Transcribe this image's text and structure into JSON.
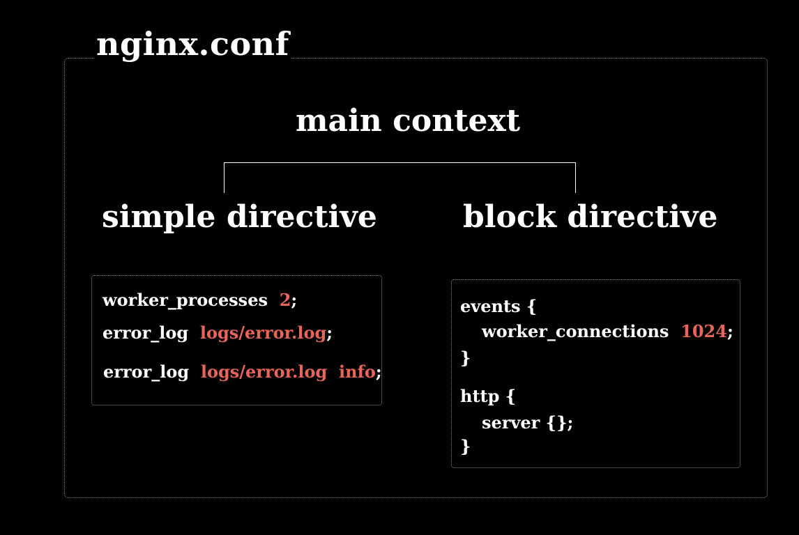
{
  "file_title": "nginx.conf",
  "main_title": "main context",
  "simple": {
    "label": "simple directive",
    "lines": [
      {
        "name": "worker_processes",
        "values": [
          "2"
        ],
        "end": ";"
      },
      {
        "name": "error_log",
        "values": [
          "logs/error.log"
        ],
        "end": ";"
      },
      {
        "name": "error_log",
        "values": [
          "logs/error.log",
          "info"
        ],
        "end": ";"
      }
    ]
  },
  "block": {
    "label": "block directive",
    "events_open": "events {",
    "worker_connections_name": "worker_connections",
    "worker_connections_value": "1024",
    "semicolon": ";",
    "events_close": "}",
    "http_open": "http {",
    "server_line": "server {};",
    "http_close": "}"
  },
  "colors": {
    "background": "#000000",
    "text": "#ffffff",
    "value": "#e8655a",
    "frame": "#8a8a8a"
  }
}
